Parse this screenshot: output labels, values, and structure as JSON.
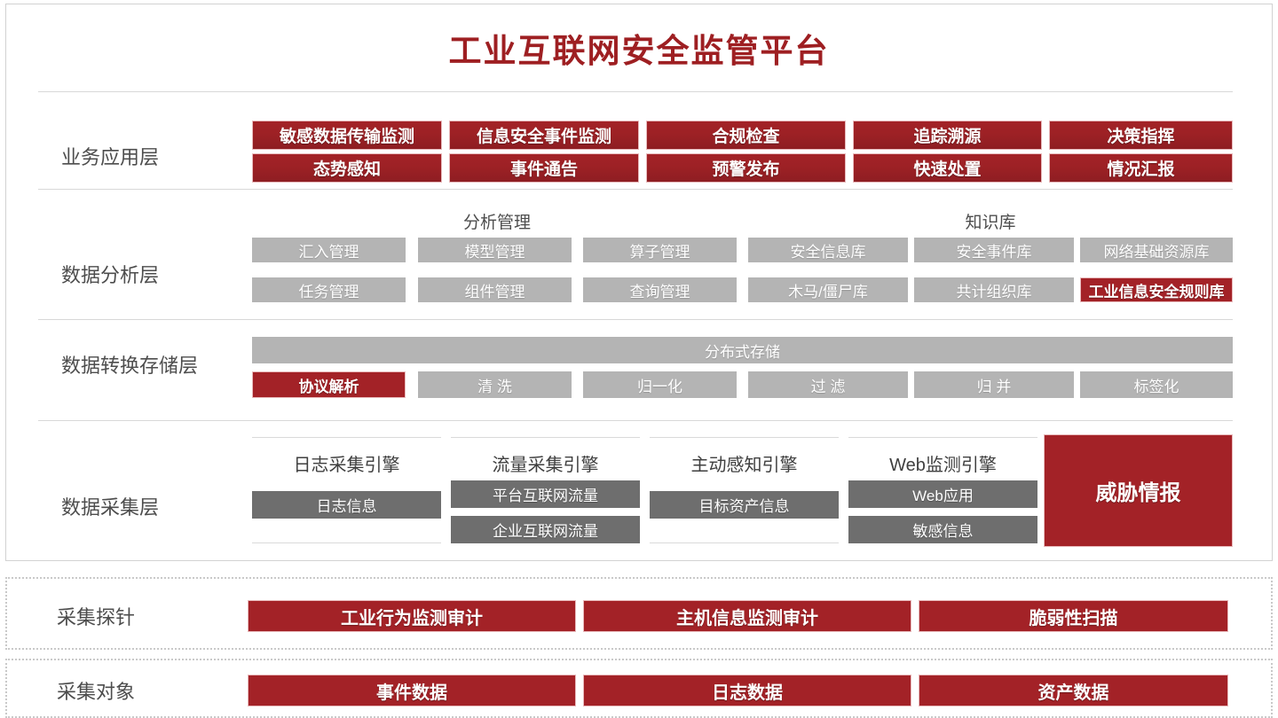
{
  "title": "工业互联网安全监管平台",
  "layers": {
    "business": {
      "label": "业务应用层",
      "row1": [
        "敏感数据传输监测",
        "信息安全事件监测",
        "合规检查",
        "追踪溯源",
        "决策指挥"
      ],
      "row2": [
        "态势感知",
        "事件通告",
        "预警发布",
        "快速处置",
        "情况汇报"
      ]
    },
    "analysis": {
      "label": "数据分析层",
      "group_analysis": "分析管理",
      "group_knowledge": "知识库",
      "row1": [
        "汇入管理",
        "模型管理",
        "算子管理",
        "安全信息库",
        "安全事件库",
        "网络基础资源库"
      ],
      "row2": [
        "任务管理",
        "组件管理",
        "查询管理",
        "木马/僵尸库",
        "共计组织库",
        "工业信息安全规则库"
      ],
      "highlighted": "工业信息安全规则库"
    },
    "storage": {
      "label": "数据转换存储层",
      "banner": "分布式存储",
      "row": [
        "协议解析",
        "清 洗",
        "归一化",
        "过 滤",
        "归 并",
        "标签化"
      ],
      "highlighted": "协议解析"
    },
    "collection": {
      "label": "数据采集层",
      "engines": [
        {
          "title": "日志采集引擎",
          "items": [
            "日志信息"
          ]
        },
        {
          "title": "流量采集引擎",
          "items": [
            "平台互联网流量",
            "企业互联网流量"
          ]
        },
        {
          "title": "主动感知引擎",
          "items": [
            "目标资产信息"
          ]
        },
        {
          "title": "Web监测引擎",
          "items": [
            "Web应用",
            "敏感信息"
          ]
        }
      ],
      "threat": "威胁情报"
    },
    "probe": {
      "label": "采集探针",
      "items": [
        "工业行为监测审计",
        "主机信息监测审计",
        "脆弱性扫描"
      ]
    },
    "object": {
      "label": "采集对象",
      "items": [
        "事件数据",
        "日志数据",
        "资产数据"
      ]
    }
  },
  "colors": {
    "accent_red": "#a32227",
    "title_red": "#9e1f22",
    "gray_chip": "#b4b4b4",
    "dark_gray_chip": "#6e6e6e",
    "frame": "#d2d2d2"
  }
}
